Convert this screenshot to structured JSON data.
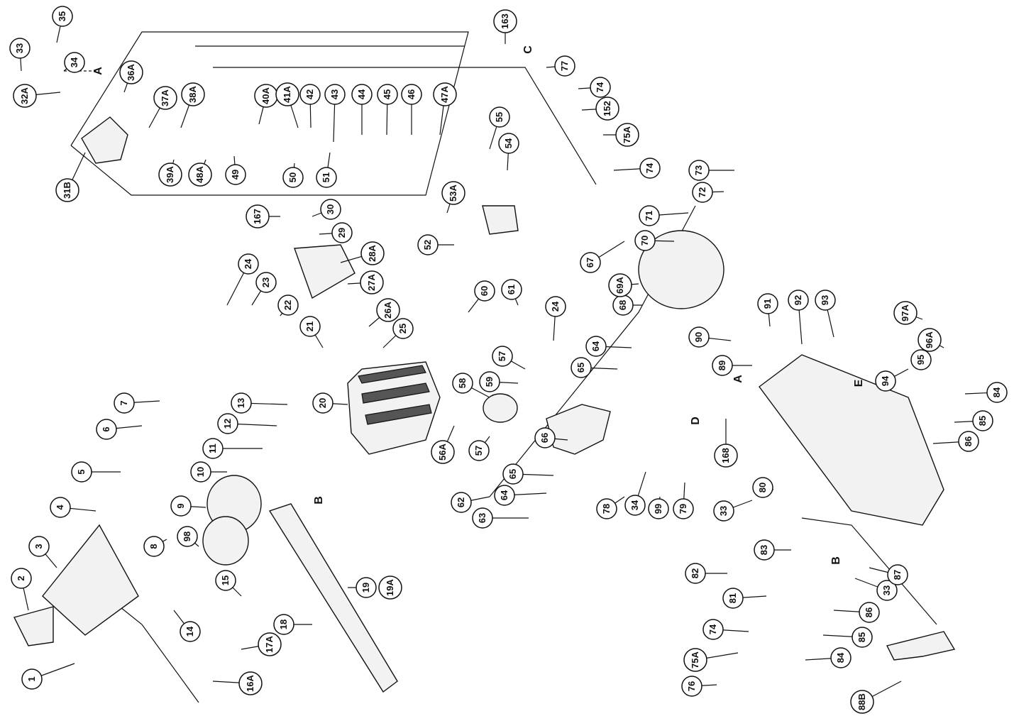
{
  "callouts": [
    "1",
    "2",
    "3",
    "4",
    "5",
    "6",
    "7",
    "8",
    "9",
    "10",
    "11",
    "12",
    "13",
    "14",
    "15",
    "16A",
    "17A",
    "18",
    "19",
    "19A",
    "20",
    "21",
    "22",
    "23",
    "24",
    "24",
    "25",
    "26A",
    "27A",
    "28A",
    "29",
    "30",
    "31B",
    "32A",
    "33",
    "33",
    "33",
    "34",
    "34",
    "35",
    "36A",
    "37A",
    "38A",
    "39A",
    "40A",
    "41A",
    "42",
    "43",
    "44",
    "45",
    "46",
    "47A",
    "48A",
    "49",
    "50",
    "51",
    "52",
    "53A",
    "54",
    "55",
    "56A",
    "57",
    "57",
    "58",
    "59",
    "60",
    "61",
    "62",
    "63",
    "64",
    "64",
    "65",
    "65",
    "66",
    "67",
    "68",
    "69A",
    "70",
    "71",
    "72",
    "73",
    "74",
    "74",
    "74",
    "75A",
    "75A",
    "76",
    "77",
    "78",
    "79",
    "80",
    "81",
    "82",
    "83",
    "84",
    "84",
    "85",
    "85",
    "86",
    "86",
    "87",
    "88B",
    "89",
    "90",
    "91",
    "92",
    "93",
    "94",
    "95",
    "96A",
    "97A",
    "98",
    "99",
    "152",
    "163",
    "167",
    "168"
  ],
  "letters": [
    "A",
    "A",
    "B",
    "B",
    "C",
    "D",
    "E"
  ]
}
